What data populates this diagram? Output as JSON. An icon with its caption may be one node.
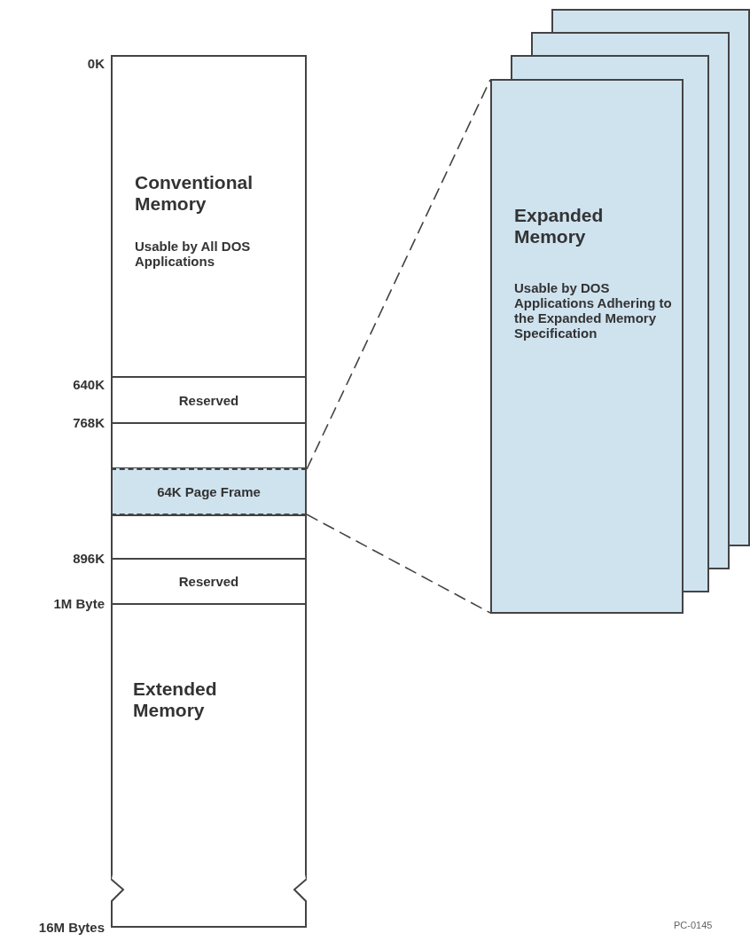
{
  "diagram": {
    "nodes": [
      {
        "text": [
          "Conventional Memory",
          "Usable by All DOS Applications"
        ]
      },
      {
        "text": [
          "Reserved"
        ]
      },
      {
        "text": [],
        "shape": "box"
      },
      {
        "text": [
          "64K Page Frame"
        ]
      },
      {
        "text": [],
        "shape": "box"
      },
      {
        "text": [
          "Reserved"
        ]
      },
      {
        "text": [
          "Extended Memory"
        ]
      },
      {
        "text": [
          "Expanded Memory",
          "Usable by DOS Applications Adhering to the Expanded Memory Specification"
        ]
      },
      {
        "text": [],
        "shape": "box"
      },
      {
        "text": [],
        "shape": "box"
      },
      {
        "text": [],
        "shape": "box"
      }
    ],
    "edges": [
      {
        "from": 3,
        "to": 7,
        "arrow": "none",
        "style": "dashed"
      },
      {
        "from": 3,
        "to": 7,
        "arrow": "none",
        "style": "dashed"
      }
    ],
    "labels": [
      "0K",
      "640K",
      "768K",
      "896K",
      "1M Byte",
      "16M Bytes",
      "PC-0145"
    ]
  }
}
